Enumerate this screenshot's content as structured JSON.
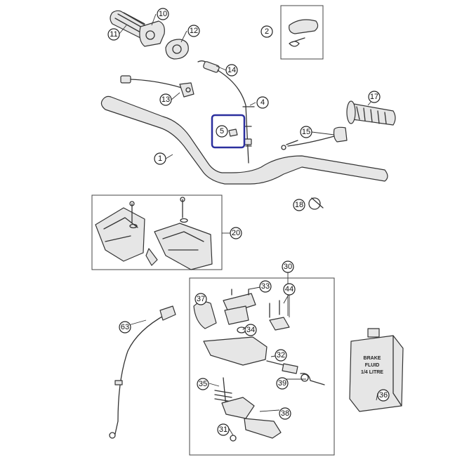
{
  "diagram": {
    "highlight_color": "#2b2f9e",
    "callouts": {
      "c1": "1",
      "c2": "2",
      "c4": "4",
      "c5": "5",
      "c10": "10",
      "c11": "11",
      "c12": "12",
      "c13": "13",
      "c14": "14",
      "c15": "15",
      "c17": "17",
      "c18": "18",
      "c20": "20",
      "c30": "30",
      "c31": "31",
      "c32": "32",
      "c33": "33",
      "c34": "34",
      "c35": "35",
      "c36": "36",
      "c37": "37",
      "c38": "38",
      "c39": "39",
      "c44": "44",
      "c63": "63"
    },
    "bottle_label": [
      "BRAKE",
      "FLUID",
      "1/4 LITRE"
    ]
  }
}
